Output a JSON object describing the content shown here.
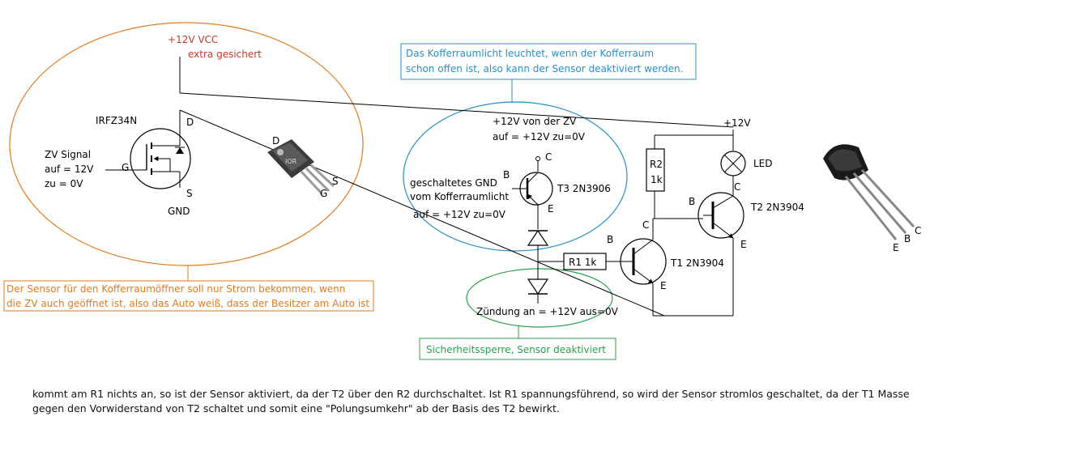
{
  "vcc": {
    "line1": "+12V VCC",
    "line2": "extra gesichert"
  },
  "mosfet": {
    "part": "IRFZ34N",
    "drain": "D",
    "source": "S",
    "gate": "G",
    "gnd": "GND"
  },
  "signal": {
    "line1": "ZV Signal",
    "line2": "auf = 12V",
    "line3": "zu = 0V"
  },
  "package_to220": {
    "d": "D",
    "g": "G",
    "s": "S",
    "brand": "IOR"
  },
  "note_top": {
    "line1": "Das Kofferraumlicht leuchtet, wenn der Kofferraum",
    "line2": "schon offen ist, also kann der Sensor deaktiviert werden."
  },
  "zv_plus": {
    "line1": "+12V von der ZV",
    "line2": "auf = +12V  zu=0V"
  },
  "t3": {
    "label": "T3 2N3906",
    "b": "B",
    "c": "C",
    "e": "E"
  },
  "gnd_switched": {
    "line1": "geschaltetes GND",
    "line2": "vom Kofferraumlicht",
    "line3": "auf = +12V zu=0V"
  },
  "supply": {
    "label": "+12V"
  },
  "led": {
    "label": "LED"
  },
  "r2": {
    "line1": "R2",
    "line2": "1k"
  },
  "t2": {
    "label": "T2 2N3904",
    "b": "B",
    "c": "C",
    "e": "E"
  },
  "r1": {
    "label": "R1 1k"
  },
  "t1": {
    "label": "T1 2N3904",
    "b": "B",
    "c": "C",
    "e": "E"
  },
  "ignition": {
    "label": "Zündung an = +12V aus=0V"
  },
  "note_orange": {
    "line1": "Der Sensor für den Kofferraumöffner soll nur Strom bekommen, wenn",
    "line2": "die ZV auch geöffnet ist, also das Auto weiß, dass der Besitzer am Auto ist"
  },
  "note_green": {
    "label": "Sicherheitssperre, Sensor deaktiviert"
  },
  "package_to92": {
    "e": "E",
    "b": "B",
    "c": "C"
  },
  "footer": {
    "text": "kommt am R1 nichts an, so ist der Sensor aktiviert, da der T2 über den R2 durchschaltet. Ist R1 spannungsführend, so wird der Sensor stromlos geschaltet, da der T1 Masse gegen den Vorwiderstand von T2 schaltet und somit eine \"Polungsumkehr\" ab der Basis des T2 bewirkt."
  },
  "colors": {
    "orange": "#e07b1f",
    "blue": "#2a8fc7",
    "green": "#2aa14a",
    "red": "#c0392b"
  }
}
